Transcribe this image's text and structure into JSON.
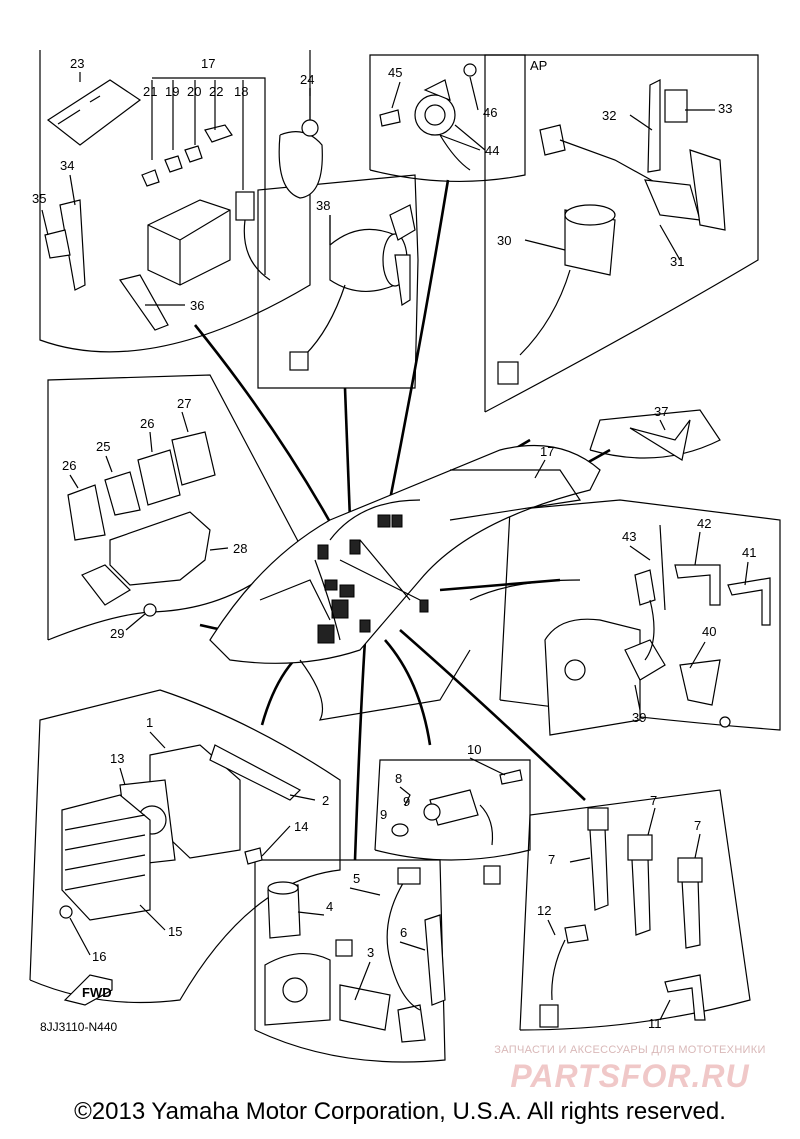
{
  "diagram": {
    "code": "8JJ3110-N440",
    "copyright": "©2013 Yamaha Motor Corporation, U.S.A. All rights reserved.",
    "ap_label": "AP",
    "fwd_label": "FWD",
    "watermark": {
      "line1": "ЗАПЧАСТИ И АКСЕССУАРЫ ДЛЯ МОТОТЕХНИКИ",
      "logo": "PARTSFOR.RU"
    },
    "callouts": {
      "c1": "1",
      "c2": "2",
      "c3": "3",
      "c4": "4",
      "c5": "5",
      "c6": "6",
      "c7a": "7",
      "c7b": "7",
      "c7c": "7",
      "c8": "8",
      "c9a": "9",
      "c9b": "9",
      "c10": "10",
      "c11": "11",
      "c12": "12",
      "c13": "13",
      "c14": "14",
      "c15": "15",
      "c16": "16",
      "c17a": "17",
      "c17b": "17",
      "c18": "18",
      "c19": "19",
      "c20": "20",
      "c21": "21",
      "c22": "22",
      "c23": "23",
      "c24": "24",
      "c25": "25",
      "c26a": "26",
      "c26b": "26",
      "c27": "27",
      "c28": "28",
      "c29": "29",
      "c30": "30",
      "c31": "31",
      "c32": "32",
      "c33": "33",
      "c34": "34",
      "c35": "35",
      "c36": "36",
      "c37": "37",
      "c38": "38",
      "c39": "39",
      "c40": "40",
      "c41": "41",
      "c42": "42",
      "c43": "43",
      "c44": "44",
      "c45": "45",
      "c46": "46"
    }
  }
}
